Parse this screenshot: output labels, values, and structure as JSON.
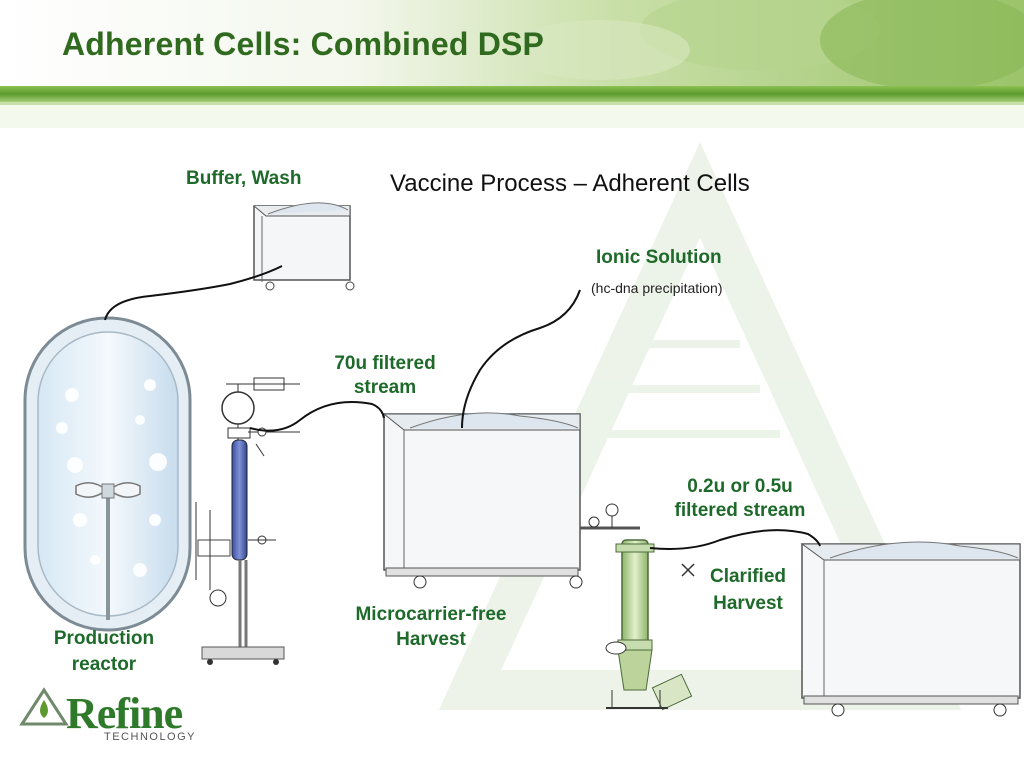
{
  "slide": {
    "title": "Adherent Cells: Combined DSP",
    "subtitle": "Vaccine Process – Adherent Cells"
  },
  "labels": {
    "buffer_wash": "Buffer, Wash",
    "ionic_solution": "Ionic Solution",
    "ionic_note": "(hc-dna precipitation)",
    "filtered_70u_line1": "70u filtered",
    "filtered_70u_line2": "stream",
    "filtered_02u_line1": "0.2u or 0.5u",
    "filtered_02u_line2": "filtered stream",
    "clarified_line1": "Clarified",
    "clarified_line2": "Harvest",
    "microcarrier_line1": "Microcarrier-free",
    "microcarrier_line2": "Harvest",
    "production_line1": "Production",
    "production_line2": "reactor"
  },
  "logo": {
    "word": "Refine",
    "sub": "TECHNOLOGY"
  },
  "colors": {
    "title_green": "#2f6a1f",
    "label_green": "#1e6a2a",
    "header_band": "#6aa83a"
  }
}
